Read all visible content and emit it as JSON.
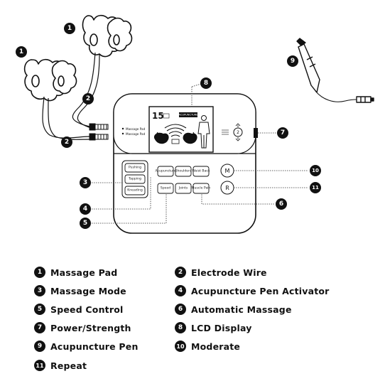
{
  "device": {
    "lcd_readout": "15",
    "lcd_mode_label": "ACUPUNCTURE",
    "port_labels": [
      "Massage Pad",
      "Massage Pad"
    ],
    "mode_buttons": [
      "Pushing",
      "Tapping",
      "Kneading"
    ],
    "top_buttons": [
      "Acupuncture",
      "Shoulders",
      "Waist Back"
    ],
    "bottom_buttons": [
      "Speed",
      "Joints",
      "Muscle Pain"
    ],
    "side_buttons": [
      "M",
      "R"
    ]
  },
  "callouts": [
    "1",
    "1",
    "2",
    "2",
    "3",
    "4",
    "5",
    "6",
    "7",
    "8",
    "9",
    "10",
    "11"
  ],
  "legend": [
    {
      "num": "1",
      "label": "Massage Pad"
    },
    {
      "num": "2",
      "label": "Electrode Wire"
    },
    {
      "num": "3",
      "label": "Massage Mode"
    },
    {
      "num": "4",
      "label": "Acupuncture Pen Activator"
    },
    {
      "num": "5",
      "label": "Speed Control"
    },
    {
      "num": "6",
      "label": "Automatic Massage"
    },
    {
      "num": "7",
      "label": "Power/Strength"
    },
    {
      "num": "8",
      "label": "LCD Display"
    },
    {
      "num": "9",
      "label": "Acupuncture Pen"
    },
    {
      "num": "10",
      "label": "Moderate"
    },
    {
      "num": "11",
      "label": "Repeat"
    }
  ]
}
